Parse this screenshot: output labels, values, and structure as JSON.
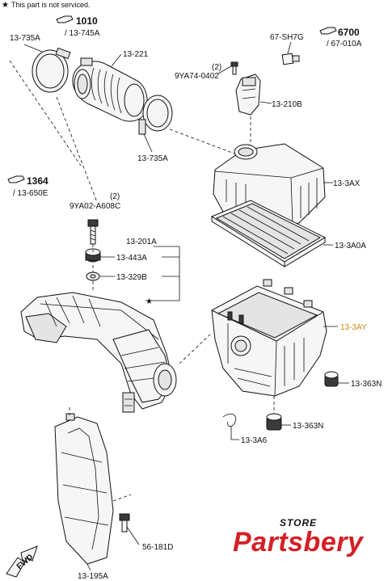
{
  "note": {
    "symbol": "★",
    "text": "This part is not serviced."
  },
  "refs": [
    {
      "id": "ref-1010",
      "code": "1010",
      "sub": "/ 13-745A"
    },
    {
      "id": "ref-6700",
      "code": "6700",
      "sub": "/ 67-010A"
    },
    {
      "id": "ref-1364",
      "code": "1364",
      "sub": "/ 13-650E"
    }
  ],
  "labels": {
    "l13735a_top": "13-735A",
    "l13221": "13-221",
    "l67sh7g": "67-SH7G",
    "qty2_a": "(2)",
    "l9ya74": "9YA74-0402",
    "l13210b": "13-210B",
    "l13735a_bot": "13-735A",
    "l133ax": "13-3AX",
    "qty2_b": "(2)",
    "l9ya02": "9YA02-A608C",
    "l13201a": "13-201A",
    "l13443a": "13-443A",
    "l133a0a": "13-3A0A",
    "l13329b": "13-329B",
    "star_marker": "★",
    "l133ay": "13-3AY",
    "l13363n_a": "13-363N",
    "l13363n_b": "13-363N",
    "l133a6": "13-3A6",
    "l56181d": "56-181D",
    "l13195a": "13-195A",
    "fwd": "FWD"
  },
  "colors": {
    "highlight": "#c98a1e",
    "brand_red": "#d41f26"
  },
  "brand": {
    "store": "STORE",
    "name": "Partsbery"
  }
}
